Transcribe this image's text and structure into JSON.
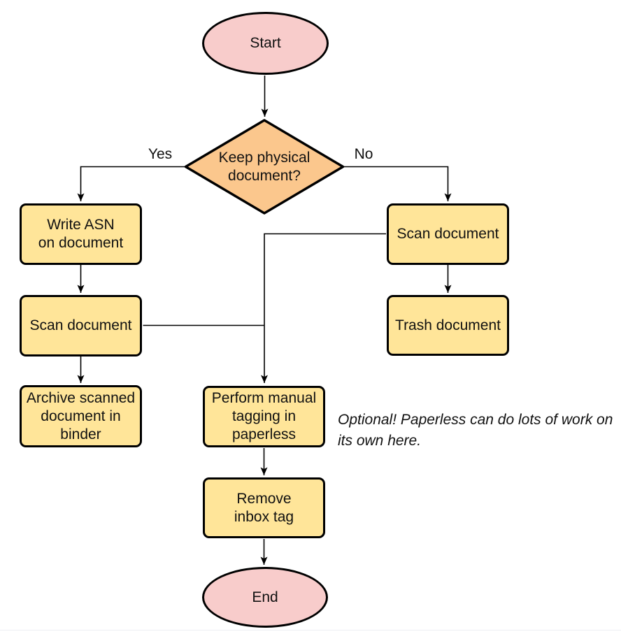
{
  "colors": {
    "background": "#ffffff",
    "terminal_fill": "#f8cccb",
    "decision_fill": "#fbc78d",
    "process_fill": "#ffe599",
    "node_stroke": "#000000",
    "edge_stroke": "#000000",
    "text": "#111111",
    "bottom_divider": "#edeff4"
  },
  "nodes": {
    "start": {
      "label": "Start"
    },
    "decision": {
      "label": "Keep physical\ndocument?"
    },
    "write_asn": {
      "label": "Write ASN\non document"
    },
    "scan_left": {
      "label": "Scan document"
    },
    "archive": {
      "label": "Archive scanned\ndocument in\nbinder"
    },
    "scan_right": {
      "label": "Scan document"
    },
    "trash": {
      "label": "Trash document"
    },
    "tagging": {
      "label": "Perform manual\ntagging in\npaperless"
    },
    "remove_inbox": {
      "label": "Remove\ninbox tag"
    },
    "end": {
      "label": "End"
    }
  },
  "edge_labels": {
    "yes": "Yes",
    "no": "No"
  },
  "note": "Optional! Paperless can do lots of work on\nits own here."
}
